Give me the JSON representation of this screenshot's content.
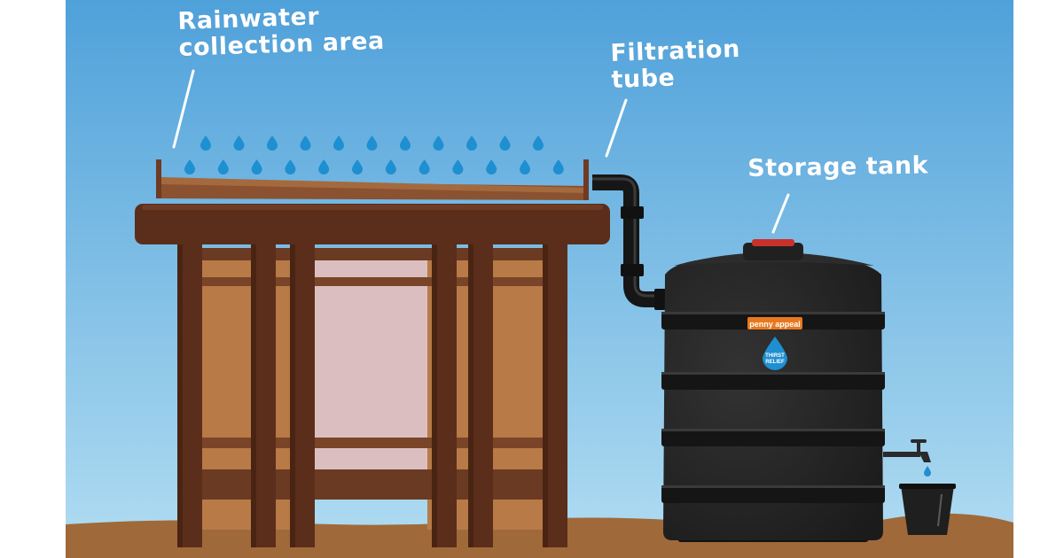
{
  "labels": {
    "collection_area_line1": "Rainwater",
    "collection_area_line2": "collection area",
    "filtration_line1": "Filtration",
    "filtration_line2": "tube",
    "storage_tank": "Storage tank"
  },
  "tank": {
    "brand_logo": "penny appeal",
    "badge_logo": "THIRST RELIEF"
  },
  "colors": {
    "sky_top": "#5aa8dc",
    "sky_bottom": "#a7d7f0",
    "ground": "#a0693a",
    "wood_dark": "#5a2e1a",
    "wood_panel": "#b87a47",
    "wall_pink": "#dbbfc0",
    "tank_black": "#232323",
    "brand_orange": "#e8781e",
    "water_drop": "#1e8fd0",
    "label_text": "#ffffff"
  },
  "icons": [
    "rain-drop-icon",
    "tap-icon",
    "bucket-icon",
    "water-drop-logo-icon"
  ]
}
